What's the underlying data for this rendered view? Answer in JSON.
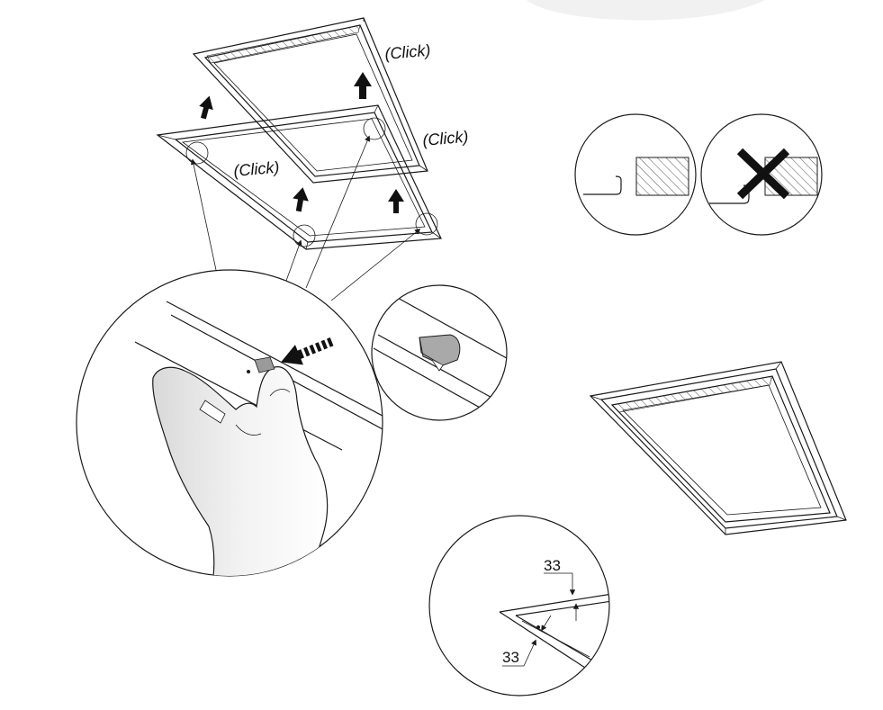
{
  "labels": {
    "click_top": "(Click)",
    "click_right": "(Click)",
    "click_left": "(Click)"
  },
  "dimensions": {
    "top": "33",
    "bottom": "33"
  },
  "colors": {
    "stroke": "#1a1a1a",
    "hatch": "#555555",
    "skin": "#e6e6e6",
    "background_blob": "#f1f1f1",
    "clip": "#9a9a9a"
  },
  "icons": {
    "wrong_mark": "cross-x-icon",
    "direction": "arrow-up-icon",
    "push": "dashed-arrow-icon"
  }
}
